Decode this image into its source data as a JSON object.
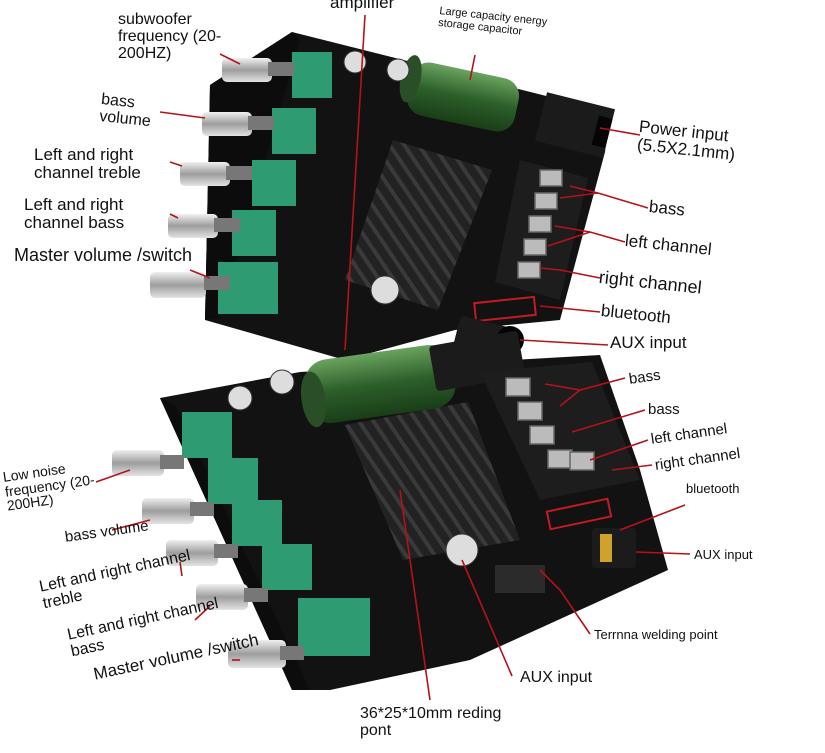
{
  "top_board": {
    "labels": {
      "title_fragment": "amplifier",
      "capacitor": "Large capacity energy storage capacitor",
      "sub_freq": "subwoofer frequency (20-200HZ)",
      "bass_volume": "bass volume",
      "treble": "Left and right channel treble",
      "lr_bass": "Left and right channel bass",
      "master": "Master volume /switch",
      "power_input": "Power input (5.5X2.1mm)",
      "bass": "bass",
      "left_channel": "left channel",
      "right_channel": "right channel",
      "bluetooth": "bluetooth",
      "aux_input": "AUX input"
    }
  },
  "bottom_board": {
    "labels": {
      "low_noise": "Low noise frequency (20-200HZ)",
      "bass_volume": "bass volume",
      "treble": "Left and right channel treble",
      "lr_bass": "Left and right channel bass",
      "master": "Master volume /switch",
      "bass1": "bass",
      "bass2": "bass",
      "left_channel": "left channel",
      "right_channel": "right channel",
      "bluetooth": "bluetooth",
      "aux_input_right": "AUX input",
      "terminal": "Terrnna welding point",
      "aux_input_bottom": "AUX input",
      "heatsink_size": "36*25*10mm reding pont"
    }
  },
  "colors": {
    "pcb": "#121212",
    "pot_green": "#2f9b72",
    "knob_metal": "#b9b9b9",
    "heatsink": "#1a1a1a",
    "capacitor": "#2f6f2c",
    "terminal_gray": "#666666",
    "leader_red": "#b5121b"
  }
}
